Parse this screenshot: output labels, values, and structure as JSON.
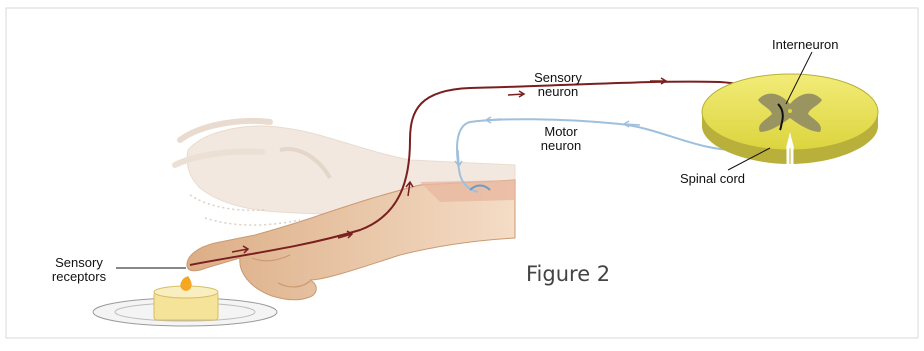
{
  "labels": {
    "interneuron": "Interneuron",
    "sensory_neuron_line1": "Sensory",
    "sensory_neuron_line2": "neuron",
    "motor_neuron_line1": "Motor",
    "motor_neuron_line2": "neuron",
    "spinal_cord": "Spinal cord",
    "sensory_receptors_line1": "Sensory",
    "sensory_receptors_line2": "receptors"
  },
  "caption": "Figure 2",
  "colors": {
    "sensory_path": "#7a1f1f",
    "motor_path": "#9fc0dc",
    "spinal_cord": "#e8e055",
    "grey_matter": "#9a9560",
    "skin": "#e6c3a2",
    "faded_hand": "#efe3d8",
    "candle": "#f7e6a0",
    "flame": "#f5a623"
  }
}
